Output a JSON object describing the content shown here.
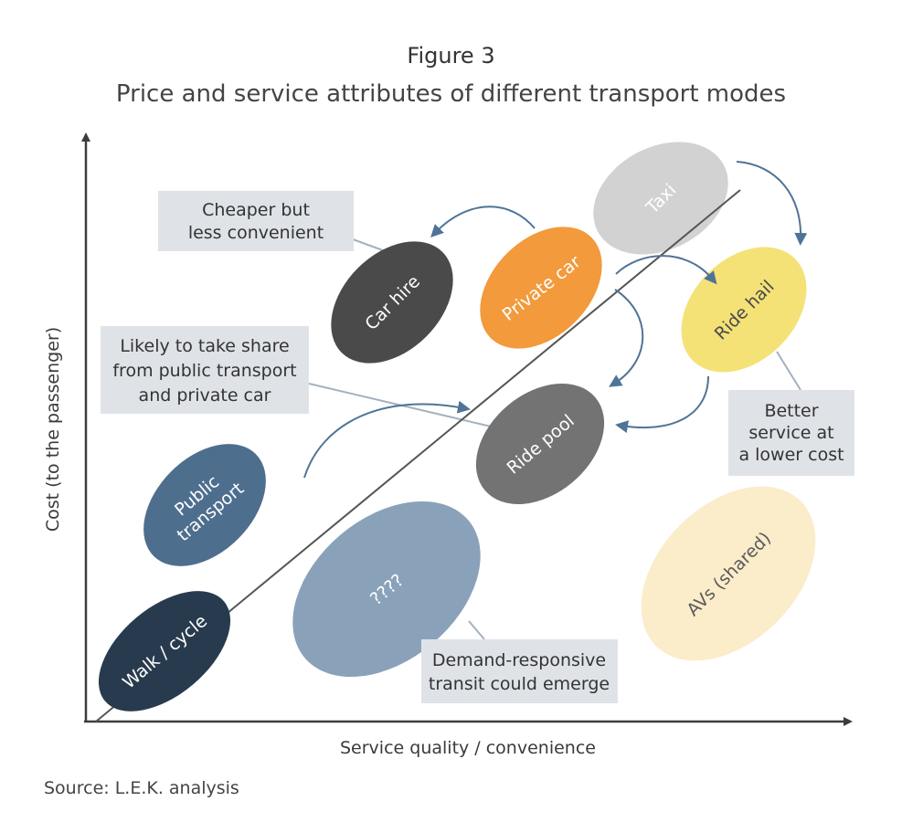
{
  "figure_label": "Figure 3",
  "title": "Price and service attributes of different transport modes",
  "axes": {
    "x_label": "Service quality / convenience",
    "y_label": "Cost (to the passenger)"
  },
  "modes": [
    {
      "id": "taxi",
      "label": "Taxi",
      "color": "#d2d2d2",
      "text_color": "#ffffff"
    },
    {
      "id": "private-car",
      "label": "Private car",
      "color": "#f29a3c",
      "text_color": "#ffffff"
    },
    {
      "id": "car-hire",
      "label": "Car hire",
      "color": "#4a4a4a",
      "text_color": "#ffffff"
    },
    {
      "id": "ride-hail",
      "label": "Ride hail",
      "color": "#f4e277",
      "text_color": "#4a4a4a"
    },
    {
      "id": "ride-pool",
      "label": "Ride pool",
      "color": "#737373",
      "text_color": "#ffffff"
    },
    {
      "id": "public-transport",
      "label_lines": [
        "Public",
        "transport"
      ],
      "color": "#4e6e8e",
      "text_color": "#ffffff"
    },
    {
      "id": "unknown-mode",
      "label": "????",
      "color": "#8aa2b9",
      "text_color": "#ffffff"
    },
    {
      "id": "avs-shared",
      "label": "AVs (shared)",
      "color": "#fbecca",
      "text_color": "#5a5a5a"
    },
    {
      "id": "walk-cycle",
      "label": "Walk / cycle",
      "color": "#283b4e",
      "text_color": "#ffffff"
    }
  ],
  "annotations": {
    "cheaper": [
      "Cheaper but",
      "less convenient"
    ],
    "likely": [
      "Likely to take share",
      "from public transport",
      "and private car"
    ],
    "better": [
      "Better",
      "service at",
      "a lower cost"
    ],
    "demand": [
      "Demand-responsive",
      "transit could emerge"
    ]
  },
  "colors": {
    "axis": "#3c3c3c",
    "arrow": "#4f7497",
    "box_fill": "#dfe3e8",
    "callout_line": "#a3b1bf",
    "diagonal": "#555555"
  },
  "source": "Source: L.E.K. analysis"
}
